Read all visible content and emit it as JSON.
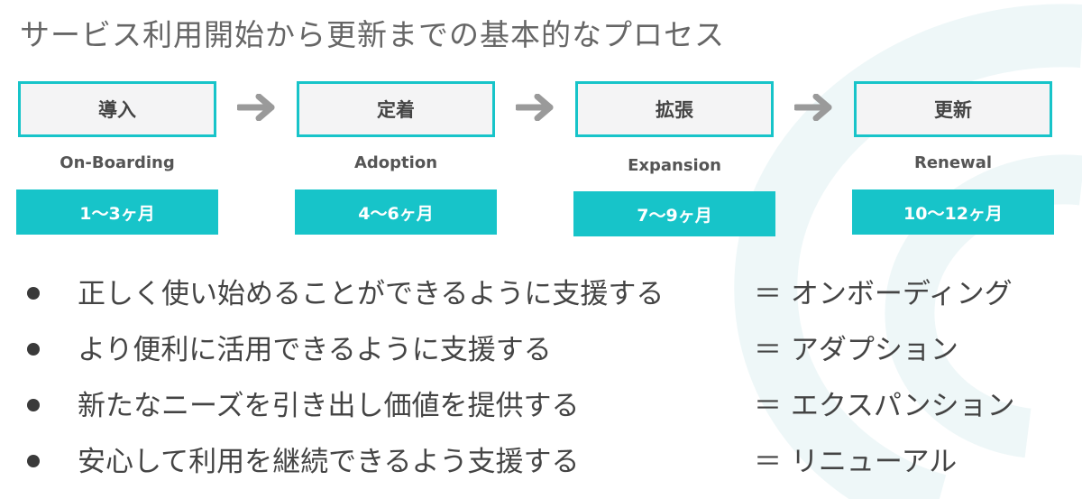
{
  "title": "サービス利用開始から更新までの基本的なプロセス",
  "accent_color": "#17c4c9",
  "stages": [
    {
      "name": "導入",
      "en": "On-Boarding",
      "period": "1〜3ヶ月"
    },
    {
      "name": "定着",
      "en": "Adoption",
      "period": "4〜6ヶ月"
    },
    {
      "name": "拡張",
      "en": "Expansion",
      "period": "7〜9ヶ月"
    },
    {
      "name": "更新",
      "en": "Renewal",
      "period": "10〜12ヶ月"
    }
  ],
  "arrow_icon": "arrow-right-icon",
  "bullets": [
    {
      "text": "正しく使い始めることができるように支援する",
      "term": "＝ オンボーディング"
    },
    {
      "text": "より便利に活用できるように支援する",
      "term": "＝ アダプション"
    },
    {
      "text": "新たなニーズを引き出し価値を提供する",
      "term": "＝ エクスパンション"
    },
    {
      "text": "安心して利用を継続できるよう支援する",
      "term": "＝ リニューアル"
    }
  ]
}
